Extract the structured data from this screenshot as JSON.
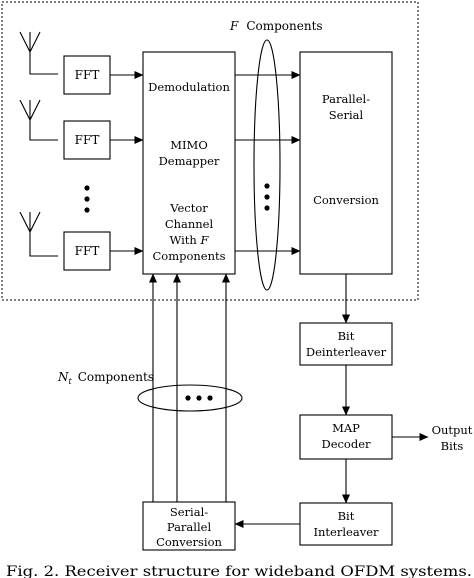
{
  "labels": {
    "fft": "FFT",
    "demodulation": "Demodulation",
    "mimo_line1": "MIMO",
    "mimo_line2": "Demapper",
    "vector_line1": "Vector",
    "vector_line2": "Channel",
    "vector_line3_prefix": "With ",
    "vector_line3_var": "F",
    "vector_line4": "Components",
    "f_var": "F",
    "f_components": "Components",
    "ps_line1": "Parallel-",
    "ps_line2": "Serial",
    "ps_line3": "Conversion",
    "bit_deint_line1": "Bit",
    "bit_deint_line2": "Deinterleaver",
    "nt_var": "N",
    "nt_sub": "t",
    "nt_components": "Components",
    "map_line1": "MAP",
    "map_line2": "Decoder",
    "output_line1": "Output",
    "output_line2": "Bits",
    "bit_int_line1": "Bit",
    "bit_int_line2": "Interleaver",
    "sp_line1": "Serial-",
    "sp_line2": "Parallel",
    "sp_line3": "Conversion",
    "caption": "Fig. 2.  Receiver structure for wideband OFDM systems."
  }
}
